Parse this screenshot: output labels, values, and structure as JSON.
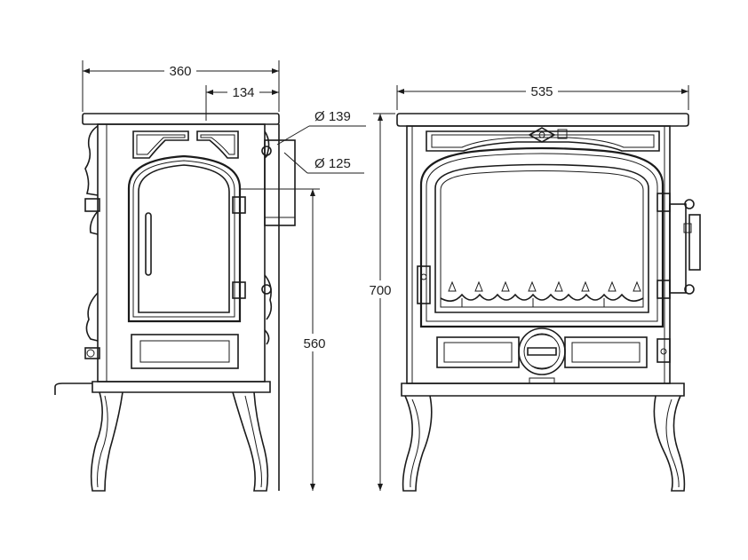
{
  "drawing": {
    "side_view": {
      "overall_width_label": "360",
      "flue_offset_label": "134",
      "flue_outer_diameter_label": "Ø 139",
      "flue_inner_diameter_label": "Ø 125",
      "flue_height_label": "560"
    },
    "front_view": {
      "overall_width_label": "535",
      "overall_height_label": "700"
    }
  }
}
